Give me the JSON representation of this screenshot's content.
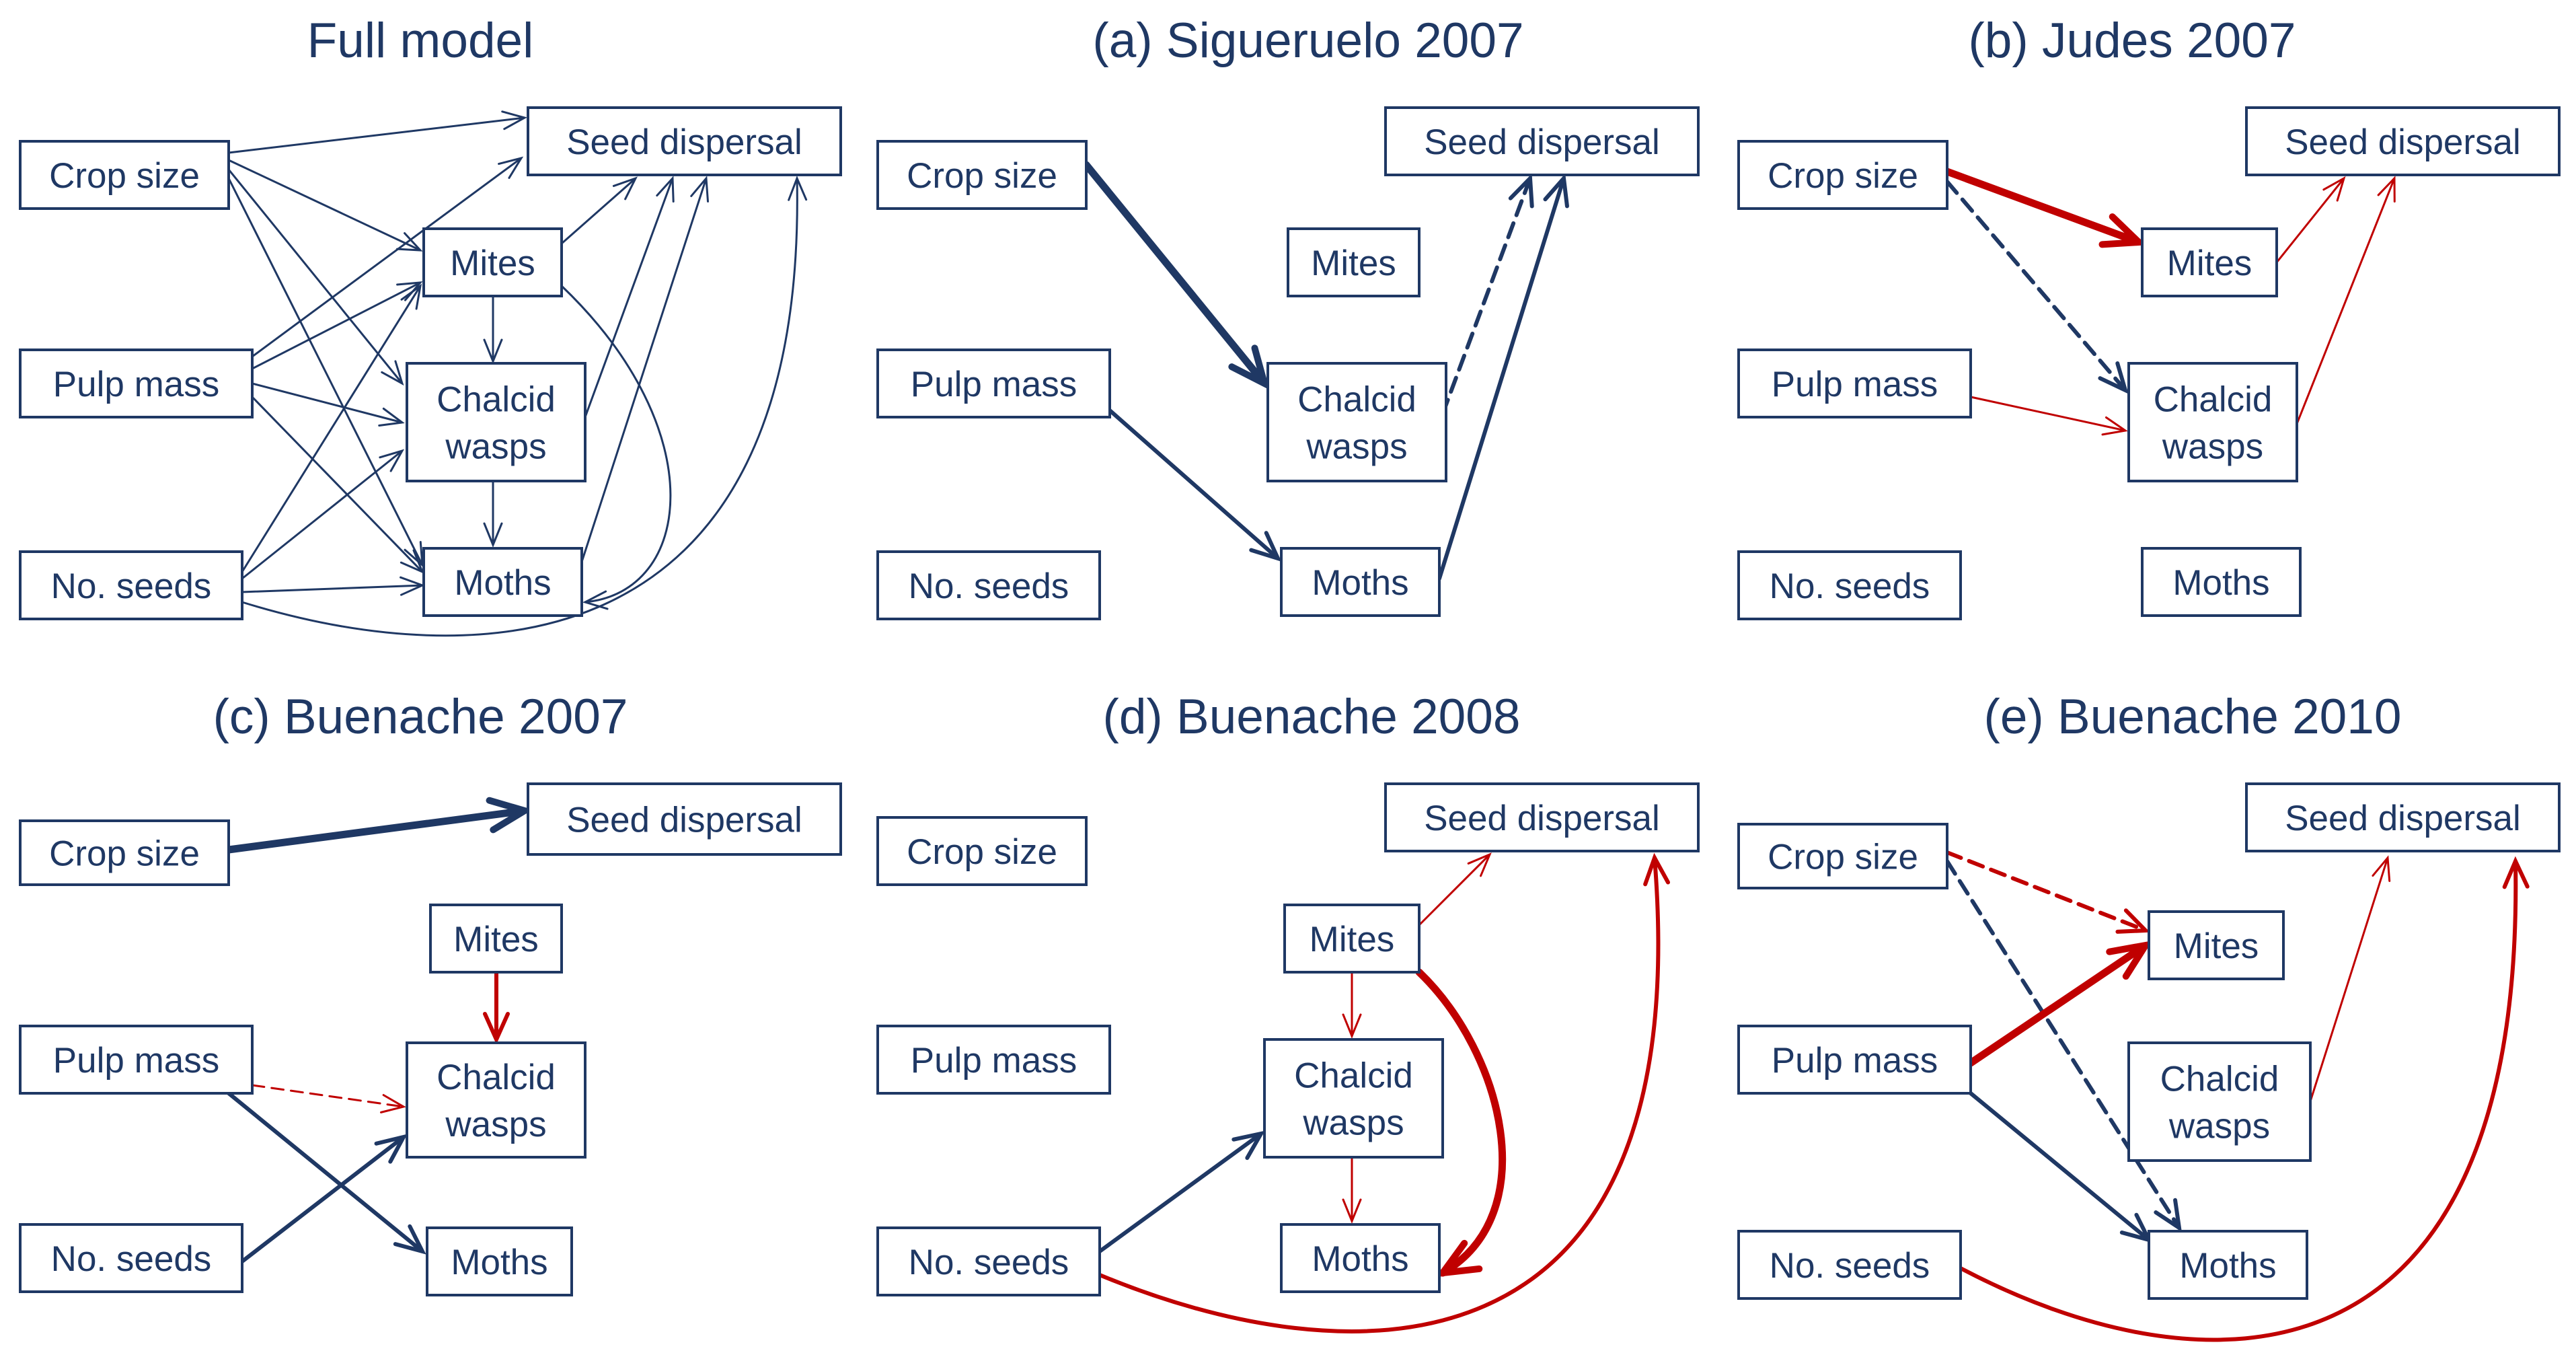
{
  "colors": {
    "negative": "#1F3864",
    "positive": "#C00000",
    "text": "#1F3864"
  },
  "panels": [
    {
      "id": "full",
      "title": "Full model",
      "nodes": {
        "crop": [
          "Crop size"
        ],
        "seed": [
          "Seed dispersal"
        ],
        "mites": [
          "Mites"
        ],
        "pulp": [
          "Pulp mass"
        ],
        "chalcid": [
          "Chalcid",
          "wasps"
        ],
        "seeds": [
          "No. seeds"
        ],
        "moths": [
          "Moths"
        ]
      },
      "edges": [
        {
          "from": "crop",
          "to": "seed",
          "sign": "negative",
          "weight": "thin",
          "style": "solid"
        },
        {
          "from": "crop",
          "to": "mites",
          "sign": "negative",
          "weight": "thin",
          "style": "solid"
        },
        {
          "from": "crop",
          "to": "chalcid",
          "sign": "negative",
          "weight": "thin",
          "style": "solid"
        },
        {
          "from": "crop",
          "to": "moths",
          "sign": "negative",
          "weight": "thin",
          "style": "solid"
        },
        {
          "from": "pulp",
          "to": "seed",
          "sign": "negative",
          "weight": "thin",
          "style": "solid"
        },
        {
          "from": "pulp",
          "to": "mites",
          "sign": "negative",
          "weight": "thin",
          "style": "solid"
        },
        {
          "from": "pulp",
          "to": "chalcid",
          "sign": "negative",
          "weight": "thin",
          "style": "solid"
        },
        {
          "from": "pulp",
          "to": "moths",
          "sign": "negative",
          "weight": "thin",
          "style": "solid"
        },
        {
          "from": "seeds",
          "to": "mites",
          "sign": "negative",
          "weight": "thin",
          "style": "solid"
        },
        {
          "from": "seeds",
          "to": "chalcid",
          "sign": "negative",
          "weight": "thin",
          "style": "solid"
        },
        {
          "from": "seeds",
          "to": "moths",
          "sign": "negative",
          "weight": "thin",
          "style": "solid"
        },
        {
          "from": "seeds",
          "to": "seed",
          "sign": "negative",
          "weight": "thin",
          "style": "solid"
        },
        {
          "from": "mites",
          "to": "seed",
          "sign": "negative",
          "weight": "thin",
          "style": "solid"
        },
        {
          "from": "mites",
          "to": "chalcid",
          "sign": "negative",
          "weight": "thin",
          "style": "solid"
        },
        {
          "from": "mites",
          "to": "moths",
          "sign": "negative",
          "weight": "thin",
          "style": "solid"
        },
        {
          "from": "chalcid",
          "to": "seed",
          "sign": "negative",
          "weight": "thin",
          "style": "solid"
        },
        {
          "from": "chalcid",
          "to": "moths",
          "sign": "negative",
          "weight": "thin",
          "style": "solid"
        },
        {
          "from": "moths",
          "to": "seed",
          "sign": "negative",
          "weight": "thin",
          "style": "solid"
        }
      ]
    },
    {
      "id": "a",
      "title": "(a) Sigueruelo 2007",
      "nodes": {
        "crop": [
          "Crop size"
        ],
        "seed": [
          "Seed dispersal"
        ],
        "mites": [
          "Mites"
        ],
        "pulp": [
          "Pulp mass"
        ],
        "chalcid": [
          "Chalcid",
          "wasps"
        ],
        "seeds": [
          "No. seeds"
        ],
        "moths": [
          "Moths"
        ]
      },
      "edges": [
        {
          "from": "crop",
          "to": "chalcid",
          "sign": "negative",
          "weight": "heavy",
          "style": "solid"
        },
        {
          "from": "pulp",
          "to": "moths",
          "sign": "negative",
          "weight": "medium",
          "style": "solid"
        },
        {
          "from": "chalcid",
          "to": "seed",
          "sign": "negative",
          "weight": "medium",
          "style": "dashed"
        },
        {
          "from": "moths",
          "to": "seed",
          "sign": "negative",
          "weight": "medium",
          "style": "solid"
        }
      ]
    },
    {
      "id": "b",
      "title": "(b) Judes 2007",
      "nodes": {
        "crop": [
          "Crop size"
        ],
        "seed": [
          "Seed dispersal"
        ],
        "mites": [
          "Mites"
        ],
        "pulp": [
          "Pulp mass"
        ],
        "chalcid": [
          "Chalcid",
          "wasps"
        ],
        "seeds": [
          "No. seeds"
        ],
        "moths": [
          "Moths"
        ]
      },
      "edges": [
        {
          "from": "crop",
          "to": "mites",
          "sign": "positive",
          "weight": "heavy",
          "style": "solid"
        },
        {
          "from": "crop",
          "to": "chalcid",
          "sign": "negative",
          "weight": "medium",
          "style": "dashed"
        },
        {
          "from": "pulp",
          "to": "chalcid",
          "sign": "positive",
          "weight": "thin",
          "style": "solid"
        },
        {
          "from": "mites",
          "to": "seed",
          "sign": "positive",
          "weight": "thin",
          "style": "solid"
        },
        {
          "from": "chalcid",
          "to": "seed",
          "sign": "positive",
          "weight": "thin",
          "style": "solid"
        }
      ]
    },
    {
      "id": "c",
      "title": "(c) Buenache 2007",
      "nodes": {
        "crop": [
          "Crop size"
        ],
        "seed": [
          "Seed dispersal"
        ],
        "mites": [
          "Mites"
        ],
        "pulp": [
          "Pulp mass"
        ],
        "chalcid": [
          "Chalcid",
          "wasps"
        ],
        "seeds": [
          "No. seeds"
        ],
        "moths": [
          "Moths"
        ]
      },
      "edges": [
        {
          "from": "crop",
          "to": "seed",
          "sign": "negative",
          "weight": "heavy",
          "style": "solid"
        },
        {
          "from": "mites",
          "to": "chalcid",
          "sign": "positive",
          "weight": "medium",
          "style": "solid"
        },
        {
          "from": "pulp",
          "to": "chalcid",
          "sign": "positive",
          "weight": "thin",
          "style": "dashed"
        },
        {
          "from": "pulp",
          "to": "moths",
          "sign": "negative",
          "weight": "medium",
          "style": "solid"
        },
        {
          "from": "seeds",
          "to": "chalcid",
          "sign": "negative",
          "weight": "medium",
          "style": "solid"
        }
      ]
    },
    {
      "id": "d",
      "title": "(d) Buenache 2008",
      "nodes": {
        "crop": [
          "Crop size"
        ],
        "seed": [
          "Seed dispersal"
        ],
        "mites": [
          "Mites"
        ],
        "pulp": [
          "Pulp mass"
        ],
        "chalcid": [
          "Chalcid",
          "wasps"
        ],
        "seeds": [
          "No. seeds"
        ],
        "moths": [
          "Moths"
        ]
      },
      "edges": [
        {
          "from": "mites",
          "to": "seed",
          "sign": "positive",
          "weight": "thin",
          "style": "solid"
        },
        {
          "from": "mites",
          "to": "chalcid",
          "sign": "positive",
          "weight": "thin",
          "style": "solid"
        },
        {
          "from": "mites",
          "to": "moths",
          "sign": "positive",
          "weight": "heavy",
          "style": "solid"
        },
        {
          "from": "chalcid",
          "to": "moths",
          "sign": "positive",
          "weight": "thin",
          "style": "solid"
        },
        {
          "from": "seeds",
          "to": "chalcid",
          "sign": "negative",
          "weight": "medium",
          "style": "solid"
        },
        {
          "from": "seeds",
          "to": "seed",
          "sign": "positive",
          "weight": "medium",
          "style": "solid"
        }
      ]
    },
    {
      "id": "e",
      "title": "(e) Buenache 2010",
      "nodes": {
        "crop": [
          "Crop size"
        ],
        "seed": [
          "Seed dispersal"
        ],
        "mites": [
          "Mites"
        ],
        "pulp": [
          "Pulp mass"
        ],
        "chalcid": [
          "Chalcid",
          "wasps"
        ],
        "seeds": [
          "No. seeds"
        ],
        "moths": [
          "Moths"
        ]
      },
      "edges": [
        {
          "from": "crop",
          "to": "mites",
          "sign": "positive",
          "weight": "medium",
          "style": "dashed"
        },
        {
          "from": "crop",
          "to": "moths",
          "sign": "negative",
          "weight": "medium",
          "style": "dashed"
        },
        {
          "from": "pulp",
          "to": "mites",
          "sign": "positive",
          "weight": "heavy",
          "style": "solid"
        },
        {
          "from": "pulp",
          "to": "moths",
          "sign": "negative",
          "weight": "medium",
          "style": "solid"
        },
        {
          "from": "chalcid",
          "to": "seed",
          "sign": "positive",
          "weight": "thin",
          "style": "solid"
        },
        {
          "from": "seeds",
          "to": "seed",
          "sign": "positive",
          "weight": "medium",
          "style": "solid"
        }
      ]
    }
  ]
}
